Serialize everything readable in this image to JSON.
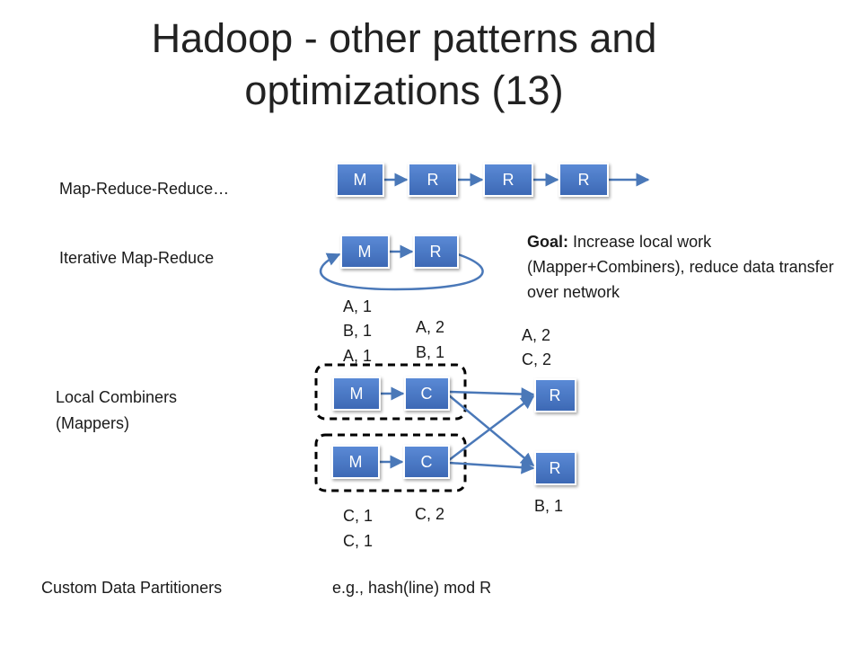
{
  "title_line1": "Hadoop - other patterns and",
  "title_line2": "optimizations (13)",
  "rows": {
    "mrr_label": "Map-Reduce-Reduce…",
    "iter_label": "Iterative Map-Reduce",
    "combiner_label_1": "Local Combiners",
    "combiner_label_2": "(Mappers)",
    "partitioner_label": "Custom Data Partitioners",
    "partitioner_example": "e.g., hash(line) mod R"
  },
  "goal": {
    "bold": "Goal:",
    "text": " Increase local work (Mapper+Combiners), reduce data transfer over network"
  },
  "boxes": {
    "m": "M",
    "r": "R",
    "c": "C"
  },
  "annotations": {
    "mapper1_out": [
      "A, 1",
      "B, 1",
      "A, 1"
    ],
    "combiner1_out": [
      "A, 2",
      "B, 1"
    ],
    "reducer1_in": [
      "A, 2",
      "C, 2"
    ],
    "mapper2_out": [
      "C, 1",
      "C, 1"
    ],
    "combiner2_out": "C, 2",
    "reducer2_in": "B, 1"
  },
  "colors": {
    "box_fill_top": "#5b8ad6",
    "box_fill_bottom": "#3c68b4",
    "box_stroke": "#ffffff",
    "arrow": "#4a78b8",
    "dashed_group": "#000000"
  }
}
